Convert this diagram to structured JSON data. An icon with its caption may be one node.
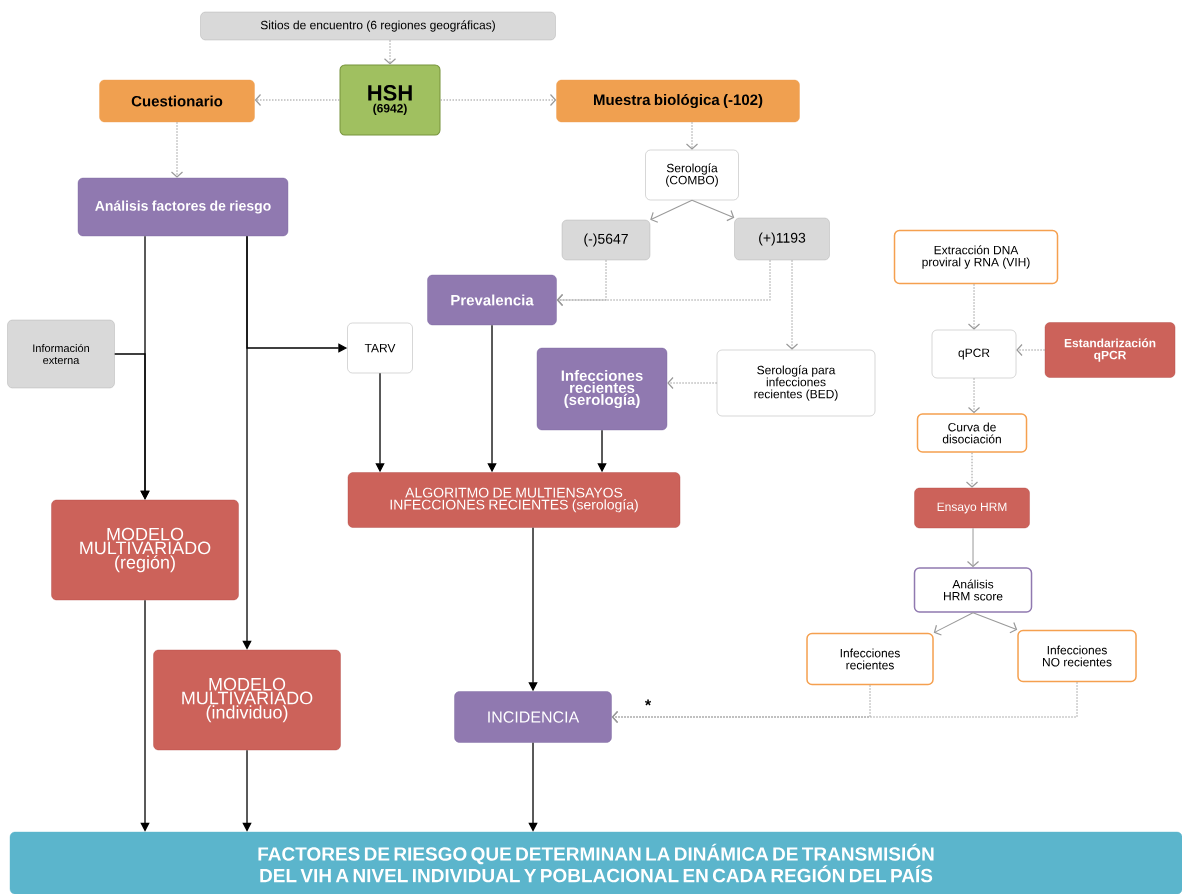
{
  "diagram": {
    "nodes": [
      {
        "text": [
          "Sitios de encuentro (6 regiones geográficas)"
        ]
      },
      {
        "text": [
          "HSH",
          "(6942)"
        ]
      },
      {
        "text": [
          "Cuestionario"
        ]
      },
      {
        "text": [
          "Muestra biológica (-102)"
        ]
      },
      {
        "text": [
          "Análisis factores de riesgo"
        ]
      },
      {
        "text": [
          "Serología (COMBO)"
        ]
      },
      {
        "text": [
          "(-)5647"
        ]
      },
      {
        "text": [
          "(+)1193"
        ]
      },
      {
        "text": [
          "Prevalencia"
        ]
      },
      {
        "text": [
          "Extracción DNA proviral y RNA (VIH)"
        ]
      },
      {
        "text": [
          "Información externa"
        ]
      },
      {
        "text": [
          "TARV"
        ]
      },
      {
        "text": [
          "qPCR"
        ]
      },
      {
        "text": [
          "Estandarización qPCR"
        ]
      },
      {
        "text": [
          "Infecciones recientes (serología)"
        ]
      },
      {
        "text": [
          "Serología para infecciones recientes (BED)"
        ]
      },
      {
        "text": [
          "Curva de disociación"
        ]
      },
      {
        "text": [
          "ALGORITMO DE MULTIENSAYOS INFECCIONES RECIENTES (serología)"
        ]
      },
      {
        "text": [
          "MODELO MULTIVARIADO (región)"
        ]
      },
      {
        "text": [
          "Ensayo HRM"
        ]
      },
      {
        "text": [
          "Análisis HRM score"
        ]
      },
      {
        "text": [
          "MODELO MULTIVARIADO (individuo)"
        ]
      },
      {
        "text": [
          "Infecciones recientes"
        ]
      },
      {
        "text": [
          "Infecciones NO recientes"
        ]
      },
      {
        "text": [
          "INCIDENCIA"
        ]
      },
      {
        "text": [
          "FACTORES DE RIESGO QUE DETERMINAN LA DINÁMICA DE TRANSMISIÓN DEL VIH A NIVEL INDIVIDUAL Y POBLACIONAL EN CADA REGIÓN DEL PAÍS"
        ]
      }
    ],
    "edges": [
      {
        "from": 0,
        "to": 1,
        "arrow": "to",
        "style": "dashed"
      },
      {
        "from": 1,
        "to": 2,
        "arrow": "to",
        "style": "dashed"
      },
      {
        "from": 1,
        "to": 3,
        "arrow": "to",
        "style": "dashed"
      },
      {
        "from": 2,
        "to": 4,
        "arrow": "to",
        "style": "dashed"
      },
      {
        "from": 3,
        "to": 5,
        "arrow": "to",
        "style": "dashed"
      },
      {
        "from": 5,
        "to": 6,
        "arrow": "to"
      },
      {
        "from": 5,
        "to": 7,
        "arrow": "to"
      },
      {
        "from": 6,
        "to": 8,
        "arrow": "to",
        "style": "dashed"
      },
      {
        "from": 7,
        "to": 8,
        "arrow": "to",
        "style": "dashed"
      },
      {
        "from": 7,
        "to": 15,
        "arrow": "to",
        "style": "dashed"
      },
      {
        "from": 15,
        "to": 14,
        "arrow": "to",
        "style": "dashed"
      },
      {
        "from": 4,
        "to": 18,
        "arrow": "to",
        "color": "#000000"
      },
      {
        "from": 4,
        "to": 21,
        "arrow": "to",
        "color": "#000000"
      },
      {
        "from": 4,
        "to": 11,
        "arrow": "to",
        "color": "#000000"
      },
      {
        "from": 10,
        "to": 18,
        "arrow": "to",
        "color": "#000000"
      },
      {
        "from": 11,
        "to": 17,
        "arrow": "to",
        "color": "#000000"
      },
      {
        "from": 8,
        "to": 17,
        "arrow": "to",
        "color": "#000000"
      },
      {
        "from": 14,
        "to": 17,
        "arrow": "to",
        "color": "#000000"
      },
      {
        "from": 17,
        "to": 24,
        "arrow": "to",
        "color": "#000000"
      },
      {
        "from": 18,
        "to": 25,
        "arrow": "to",
        "color": "#000000"
      },
      {
        "from": 21,
        "to": 25,
        "arrow": "to",
        "color": "#000000"
      },
      {
        "from": 24,
        "to": 25,
        "arrow": "to",
        "color": "#000000"
      },
      {
        "from": 9,
        "to": 12,
        "arrow": "to",
        "style": "dashed"
      },
      {
        "from": 13,
        "to": 12,
        "arrow": "to",
        "style": "dashed"
      },
      {
        "from": 12,
        "to": 16,
        "arrow": "to",
        "style": "dashed"
      },
      {
        "from": 16,
        "to": 19,
        "arrow": "to",
        "style": "dashed"
      },
      {
        "from": 19,
        "to": 20,
        "arrow": "to"
      },
      {
        "from": 20,
        "to": 22,
        "arrow": "to"
      },
      {
        "from": 20,
        "to": 23,
        "arrow": "to"
      },
      {
        "from": 22,
        "to": 24,
        "arrow": "to",
        "style": "dashed"
      },
      {
        "from": 23,
        "to": 24,
        "arrow": "to",
        "style": "dashed"
      }
    ],
    "labels": [
      "*"
    ]
  }
}
